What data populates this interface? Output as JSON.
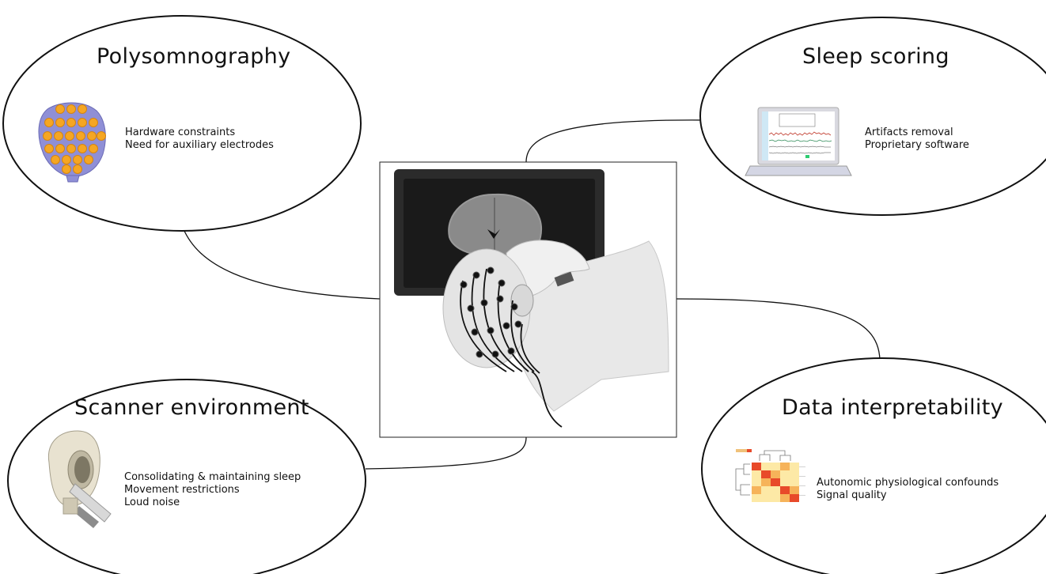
{
  "nodes": [
    {
      "id": "polysomnography",
      "title": "Polysomnography",
      "icon": "eeg-cap-electrodes-icon",
      "items": [
        "Hardware constraints",
        "Need for auxiliary electrodes"
      ]
    },
    {
      "id": "sleep-scoring",
      "title": "Sleep scoring",
      "icon": "laptop-eeg-icon",
      "items": [
        "Artifacts removal",
        "Proprietary software"
      ]
    },
    {
      "id": "scanner-environment",
      "title": "Scanner environment",
      "icon": "mri-scanner-icon",
      "items": [
        "Consolidating & maintaining sleep",
        "Movement restrictions",
        "Loud noise"
      ]
    },
    {
      "id": "data-interpretability",
      "title": "Data interpretability",
      "icon": "heatmap-dendrogram-icon",
      "items": [
        "Autonomic physiological confounds",
        "Signal quality"
      ]
    }
  ],
  "center": {
    "icon": "eeg-fmri-subject-illustration"
  },
  "colors": {
    "stroke": "#111111",
    "electrode_fill": "#f5a623",
    "cap_fill": "#8f8fd6",
    "heatmap_low": "#fde9a6",
    "heatmap_high": "#e84a2a"
  }
}
